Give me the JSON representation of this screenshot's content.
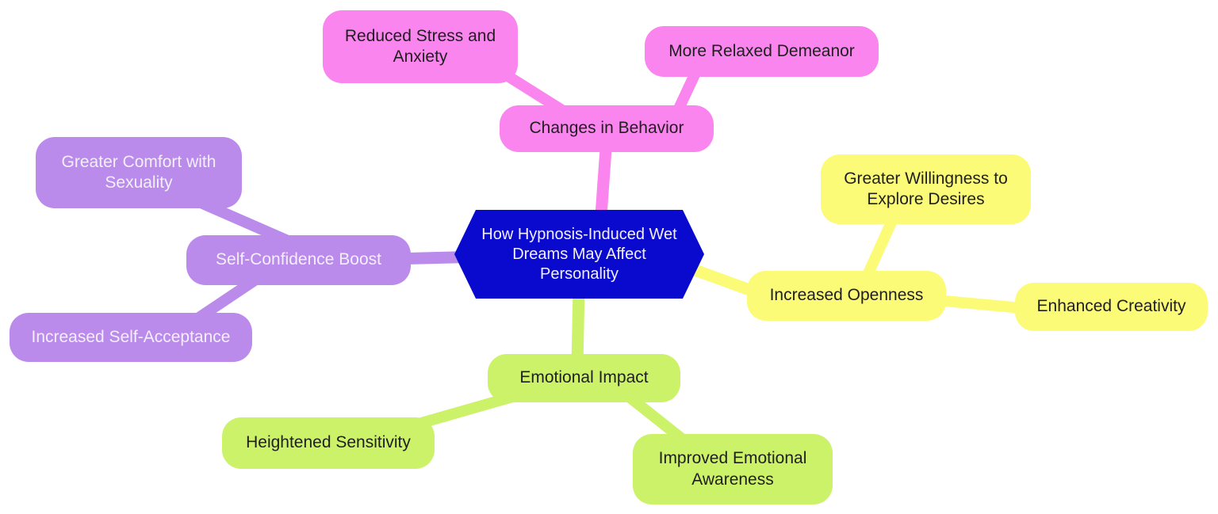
{
  "mindmap": {
    "type": "mindmap",
    "root": "How Hypnosis-Induced Wet Dreams May Affect Personality",
    "branches": [
      {
        "label": "Changes in Behavior",
        "children": [
          "Reduced Stress and Anxiety",
          "More Relaxed Demeanor"
        ]
      },
      {
        "label": "Self-Confidence Boost",
        "children": [
          "Greater Comfort with Sexuality",
          "Increased Self-Acceptance"
        ]
      },
      {
        "label": "Increased Openness",
        "children": [
          "Greater Willingness to Explore Desires",
          "Enhanced Creativity"
        ]
      },
      {
        "label": "Emotional Impact",
        "children": [
          "Heightened Sensitivity",
          "Improved Emotional Awareness"
        ]
      }
    ]
  },
  "colors": {
    "behavior": "#FA85EE",
    "confidence": "#BB8BEB",
    "openness": "#FBFB78",
    "emotional": "#CCF269",
    "root": "#0A0ACE",
    "dark_text": "#1F1F1F",
    "light_text": "#F2EFFA",
    "background": "#FFFFFF"
  }
}
